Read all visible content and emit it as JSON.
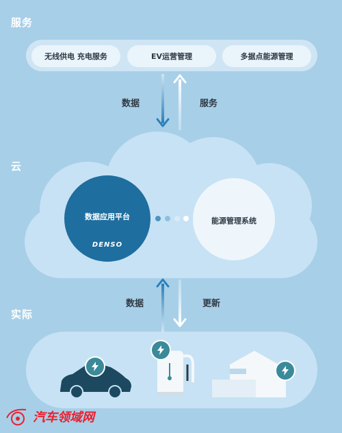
{
  "sections": {
    "services_label": "服务",
    "cloud_label": "云",
    "reality_label": "实际"
  },
  "services": {
    "items": [
      {
        "label": "无线供电 充电服务"
      },
      {
        "label": "EV运营管理"
      },
      {
        "label": "多据点能源管理"
      }
    ]
  },
  "flows": {
    "top_down": "数据",
    "top_up": "服务",
    "bottom_up": "数据",
    "bottom_down": "更新"
  },
  "cloud": {
    "platform_title": "数据应用平台",
    "platform_brand": "DENSO",
    "energy_system": "能源管理系统"
  },
  "icons": {
    "bolt_badge": "lightning-bolt-icon",
    "car": "electric-car-icon",
    "charger": "charging-station-icon",
    "building": "building-icon"
  },
  "colors": {
    "background": "#a8cfe8",
    "panel": "#cfe5f4",
    "platform_circle": "#1e6e9f",
    "arrow_down": "#2a7fb8",
    "car": "#1c4960",
    "badge": "#3b8a9a"
  },
  "watermark": {
    "text": "汽车领域网"
  }
}
